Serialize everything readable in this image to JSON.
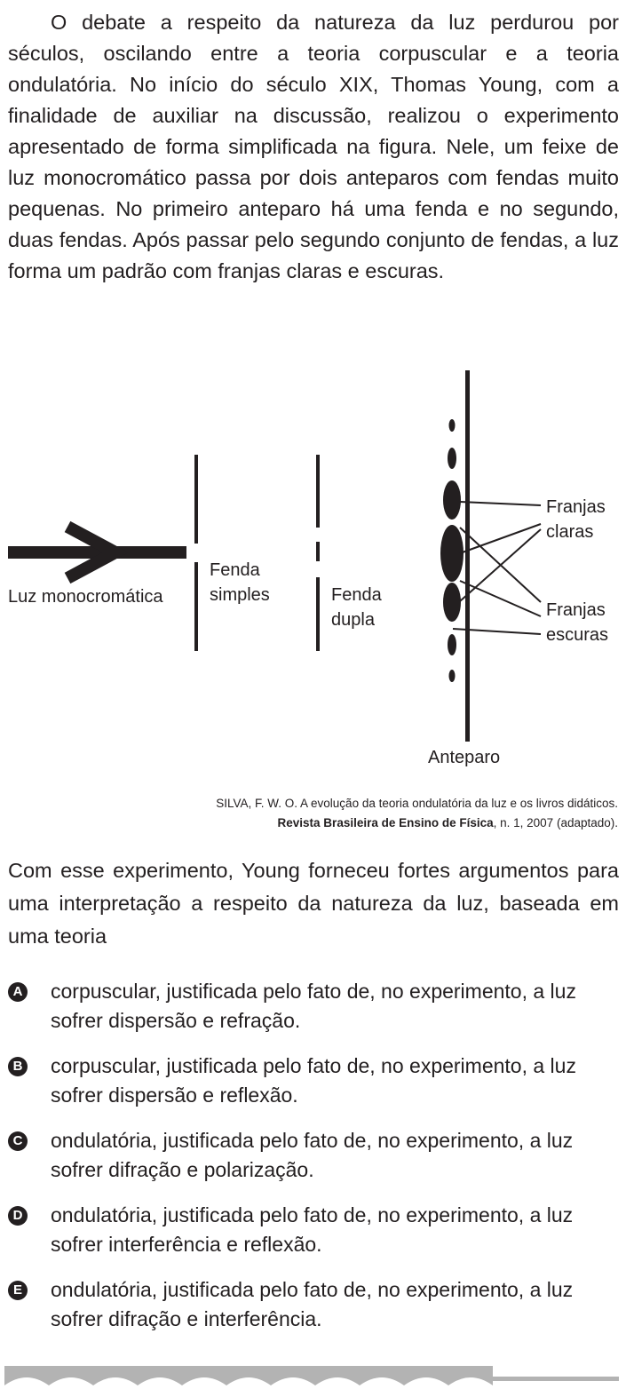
{
  "intro": {
    "text": "O debate a respeito da natureza da luz perdurou por séculos, oscilando entre a teoria corpuscular e a teoria ondulatória. No início do século XIX, Thomas Young, com a finalidade de auxiliar na discussão, realizou o experimento apresentado de forma simplificada na figura. Nele, um feixe de luz monocromático passa por dois anteparos com fendas muito pequenas. No primeiro anteparo há uma fenda e no segundo, duas fendas. Após passar pelo segundo conjunto de fendas, a luz forma um padrão com franjas claras e escuras."
  },
  "figure": {
    "light_label": "Luz monocromática",
    "single_slit_line1": "Fenda",
    "single_slit_line2": "simples",
    "double_slit_line1": "Fenda",
    "double_slit_line2": "dupla",
    "screen_label": "Anteparo",
    "bright_fringes_line1": "Franjas",
    "bright_fringes_line2": "claras",
    "dark_fringes_line1": "Franjas",
    "dark_fringes_line2": "escuras"
  },
  "citation": {
    "line1": "SILVA, F. W. O. A evolução da teoria ondulatória da luz e os livros didáticos.",
    "journal": "Revista Brasileira de Ensino de Física",
    "line2_rest": ", n. 1, 2007 (adaptado)."
  },
  "question": {
    "text": "Com esse experimento, Young forneceu fortes argumentos para uma interpretação a respeito da natureza da luz, baseada em uma teoria"
  },
  "options": [
    {
      "letter": "A",
      "text": "corpuscular, justificada pelo fato de, no experimento, a luz sofrer dispersão e refração."
    },
    {
      "letter": "B",
      "text": "corpuscular, justificada pelo fato de, no experimento, a luz sofrer dispersão e reflexão."
    },
    {
      "letter": "C",
      "text": "ondulatória, justificada pelo fato de, no experimento, a luz sofrer difração e polarização."
    },
    {
      "letter": "D",
      "text": "ondulatória, justificada pelo fato de, no experimento, a luz sofrer interferência e reflexão."
    },
    {
      "letter": "E",
      "text": "ondulatória, justificada pelo fato de, no experimento, a luz sofrer difração e interferência."
    }
  ]
}
